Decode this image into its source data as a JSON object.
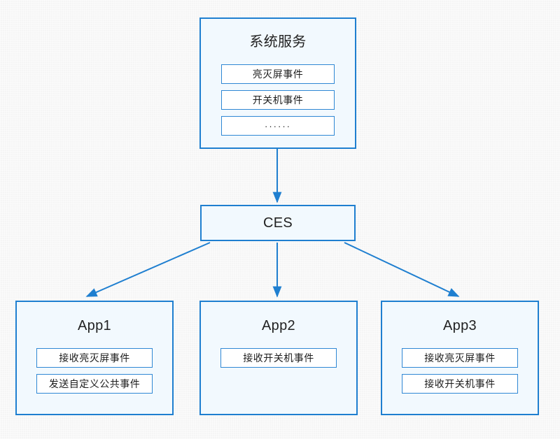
{
  "diagram": {
    "background_color": "#f5f5f5",
    "border_color": "#1f7fd0",
    "node_fill": "#f2f9fe",
    "item_fill": "#ffffff",
    "arrow_color": "#1f7fd0",
    "system": {
      "title": "系统服务",
      "items": [
        {
          "label": "亮灭屏事件"
        },
        {
          "label": "开关机事件"
        },
        {
          "label": "······"
        }
      ]
    },
    "ces": {
      "title": "CES"
    },
    "apps": [
      {
        "title": "App1",
        "items": [
          {
            "label": "接收亮灭屏事件"
          },
          {
            "label": "发送自定义公共事件"
          }
        ]
      },
      {
        "title": "App2",
        "items": [
          {
            "label": "接收开关机事件"
          }
        ]
      },
      {
        "title": "App3",
        "items": [
          {
            "label": "接收亮灭屏事件"
          },
          {
            "label": "接收开关机事件"
          }
        ]
      }
    ],
    "edges": [
      {
        "from": "system",
        "to": "ces"
      },
      {
        "from": "ces",
        "to": "app1"
      },
      {
        "from": "ces",
        "to": "app2"
      },
      {
        "from": "ces",
        "to": "app3"
      }
    ]
  }
}
